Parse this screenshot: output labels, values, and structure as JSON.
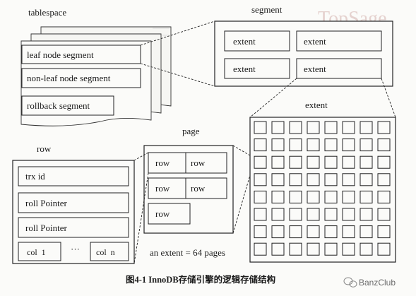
{
  "watermark": "TopSage",
  "tablespace": {
    "title": "tablespace",
    "segments": [
      "leaf node segment",
      "non-leaf node segment",
      "rollback segment"
    ]
  },
  "segment": {
    "title": "segment",
    "extents": [
      "extent",
      "extent",
      "extent",
      "extent"
    ]
  },
  "extent": {
    "title": "extent",
    "grid_rows": 8,
    "grid_cols": 8
  },
  "page": {
    "title": "page",
    "rows": [
      "row",
      "row",
      "row",
      "row",
      "row"
    ],
    "note": "an extent = 64 pages"
  },
  "row": {
    "title": "row",
    "fields": [
      "trx id",
      "roll Pointer",
      "roll Pointer"
    ],
    "col_first": "col  1",
    "ellipsis": "···",
    "col_last": "col  n"
  },
  "caption": "图4-1  InnoDB存储引擎的逻辑存储结构",
  "footer": {
    "brand": "BanzClub",
    "icon": "wechat-icon"
  }
}
